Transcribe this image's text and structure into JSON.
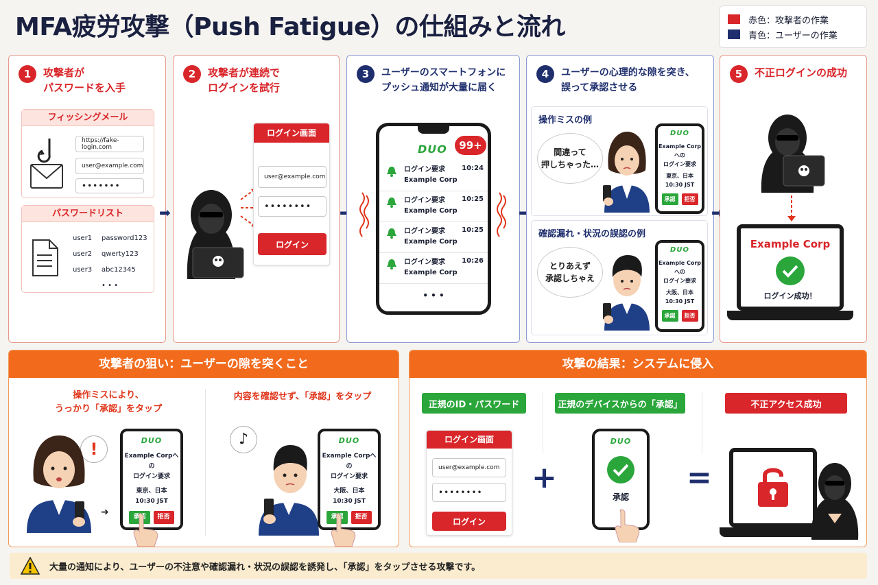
{
  "title": "MFA疲労攻撃（Push Fatigue）の仕組みと流れ",
  "legend": [
    {
      "color": "#d9262a",
      "label": "赤色：攻撃者の作業"
    },
    {
      "color": "#1f2f6e",
      "label": "青色：ユーザーの作業"
    }
  ],
  "steps": [
    {
      "num": "1",
      "title": "攻撃者が\nパスワードを入手"
    },
    {
      "num": "2",
      "title": "攻撃者が連続で\nログインを試行"
    },
    {
      "num": "3",
      "title": "ユーザーのスマートフォンに\nプッシュ通知が大量に届く"
    },
    {
      "num": "4",
      "title": "ユーザーの心理的な隙を突き、\n誤って承認させる"
    },
    {
      "num": "5",
      "title": "不正ログインの成功"
    }
  ],
  "phishing": {
    "title": "フィッシングメール",
    "url": "https://fake-login.com",
    "email": "user@example.com",
    "password": "•••••••"
  },
  "password_list": {
    "title": "パスワードリスト",
    "rows": [
      {
        "user": "user1",
        "pass": "password123"
      },
      {
        "user": "user2",
        "pass": "qwerty123"
      },
      {
        "user": "user3",
        "pass": "abc12345"
      }
    ],
    "more": "• • •"
  },
  "login_screen": {
    "title": "ログイン画面",
    "email": "user@example.com",
    "password": "••••••••",
    "button": "ログイン"
  },
  "push_phone": {
    "brand": "DUO",
    "count": "99+",
    "notifications": [
      {
        "line1": "ログイン要求",
        "line2": "Example Corp",
        "time": "10:24"
      },
      {
        "line1": "ログイン要求",
        "line2": "Example Corp",
        "time": "10:25"
      },
      {
        "line1": "ログイン要求",
        "line2": "Example Corp",
        "time": "10:25"
      },
      {
        "line1": "ログイン要求",
        "line2": "Example Corp",
        "time": "10:26"
      }
    ],
    "more": "• • •"
  },
  "examples": [
    {
      "title": "操作ミスの例",
      "bubble": "間違って\n押しちゃった…",
      "phone": {
        "brand": "DUO",
        "line1": "Example Corpへの\nログイン要求",
        "location": "東京、日本",
        "time": "10:30 JST",
        "approve": "承認",
        "deny": "拒否"
      }
    },
    {
      "title": "確認漏れ・状況の誤認の例",
      "bubble": "とりあえず\n承認しちゃえ",
      "phone": {
        "brand": "DUO",
        "line1": "Example Corpへの\nログイン要求",
        "location": "大阪、日本",
        "time": "10:30 JST",
        "approve": "承認",
        "deny": "拒否"
      }
    }
  ],
  "success": {
    "company": "Example Corp",
    "message": "ログイン成功！"
  },
  "aim": {
    "header": "攻撃者の狙い：ユーザーの隙を突くこと",
    "left_caption": "操作ミスにより、\nうっかり「承認」をタップ",
    "right_caption": "内容を確認せず、「承認」をタップ",
    "left_phone": {
      "brand": "DUO",
      "line1": "Example Corpへの\nログイン要求",
      "location": "東京、日本",
      "time": "10:30 JST",
      "approve": "承認",
      "deny": "拒否"
    },
    "right_phone": {
      "brand": "DUO",
      "line1": "Example Corpへの\nログイン要求",
      "location": "大阪、日本",
      "time": "10:30 JST",
      "approve": "承認",
      "deny": "拒否"
    },
    "exclaim": "!",
    "note_icon": "♪"
  },
  "result": {
    "header": "攻撃の結果：システムに侵入",
    "tag1": "正規のID・パスワード",
    "tag2": "正規のデバイスからの「承認」",
    "tag3": "不正アクセス成功",
    "login_title": "ログイン画面",
    "email": "user@example.com",
    "password": "••••••••",
    "login_button": "ログイン",
    "phone_brand": "DUO",
    "phone_label": "承認",
    "plus": "+",
    "equals": "="
  },
  "footer": "大量の通知により、ユーザーの不注意や確認漏れ・状況の誤認を誘発し、「承認」をタップさせる攻撃です。"
}
